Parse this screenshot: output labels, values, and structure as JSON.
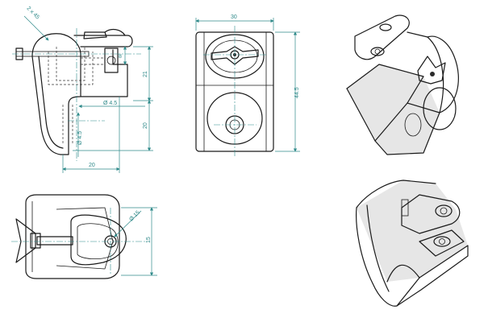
{
  "views": {
    "side": {
      "dims": {
        "chamfer": "2 x 45",
        "width_top": "8",
        "height_upper": "21",
        "dia_hole": "Ø 4.5",
        "height_lower": "20",
        "dia_hole_side": "Ø 4.5",
        "base_width": "20"
      }
    },
    "front": {
      "dims": {
        "width": "30",
        "height": "44.5"
      }
    },
    "top": {
      "dims": {
        "dia_boss": "Ø 15",
        "depth": "15"
      }
    }
  },
  "colors": {
    "object_line": "#1a1a1a",
    "dimension_line": "#2f8a8a"
  }
}
